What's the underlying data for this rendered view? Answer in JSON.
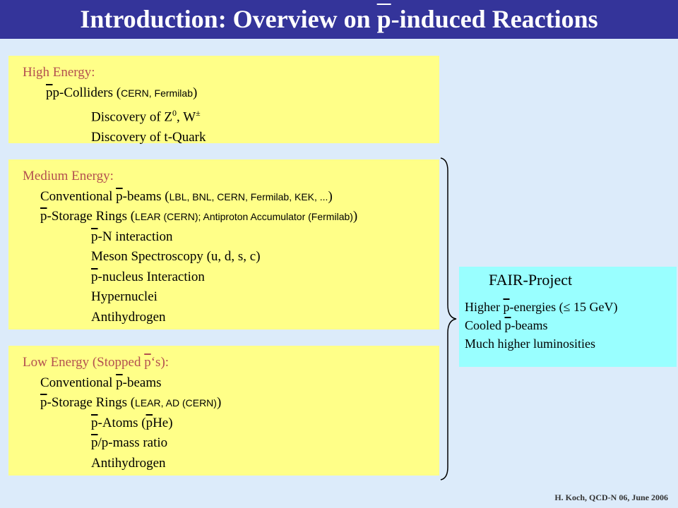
{
  "title": {
    "prefix": "Introduction:  Overview on ",
    "pbar": "p",
    "suffix": "-induced Reactions"
  },
  "high": {
    "heading": "High Energy:",
    "line1_a": "p",
    "line1_b": "p-Colliders (",
    "line1_c": "CERN, Fermilab",
    "line1_d": ")",
    "line2_a": "Discovery of Z",
    "line2_sup": "0",
    "line2_b": ", W",
    "line2_sup2": "±",
    "line3": "Discovery of t-Quark"
  },
  "medium": {
    "heading": "Medium Energy:",
    "line1_a": "Conventional ",
    "line1_p": "p",
    "line1_b": "-beams (",
    "line1_c": "LBL, BNL, CERN, Fermilab, KEK, ...",
    "line1_d": ")",
    "line2_p": "p",
    "line2_b": "-Storage Rings (",
    "line2_c": "LEAR (CERN); Antiproton Accumulator (Fermilab)",
    "line2_d": ")",
    "line3_p": "p",
    "line3_b": "-N interaction",
    "line4": "Meson Spectroscopy (u, d, s, c)",
    "line5_p": "p",
    "line5_b": "-nucleus Interaction",
    "line6": "Hypernuclei",
    "line7": "Antihydrogen"
  },
  "low": {
    "heading_a": "Low Energy (Stopped ",
    "heading_p": "p",
    "heading_b": "‘s):",
    "line1_a": "Conventional ",
    "line1_p": "p",
    "line1_b": "-beams",
    "line2_p": "p",
    "line2_b": "-Storage Rings (",
    "line2_c": "LEAR, AD (CERN)",
    "line2_d": ")",
    "line3_p": "p",
    "line3_b": "-Atoms (",
    "line3_p2": "p",
    "line3_c": "He)",
    "line4_p": "p",
    "line4_b": "/p-mass ratio",
    "line5": "Antihydrogen"
  },
  "fair": {
    "title": "FAIR-Project",
    "line1_a": "Higher ",
    "line1_p": "p",
    "line1_b": "-energies (≤ 15 GeV)",
    "line2_a": "Cooled ",
    "line2_p": "p",
    "line2_b": "-beams",
    "line3": "Much higher luminosities"
  },
  "footer": "H. Koch, QCD-N 06, June 2006",
  "colors": {
    "background": "#dcebfa",
    "title_bar": "#34349a",
    "yellow_box": "#ffff88",
    "cyan_box": "#99ffff",
    "heading_red": "#b35050"
  }
}
